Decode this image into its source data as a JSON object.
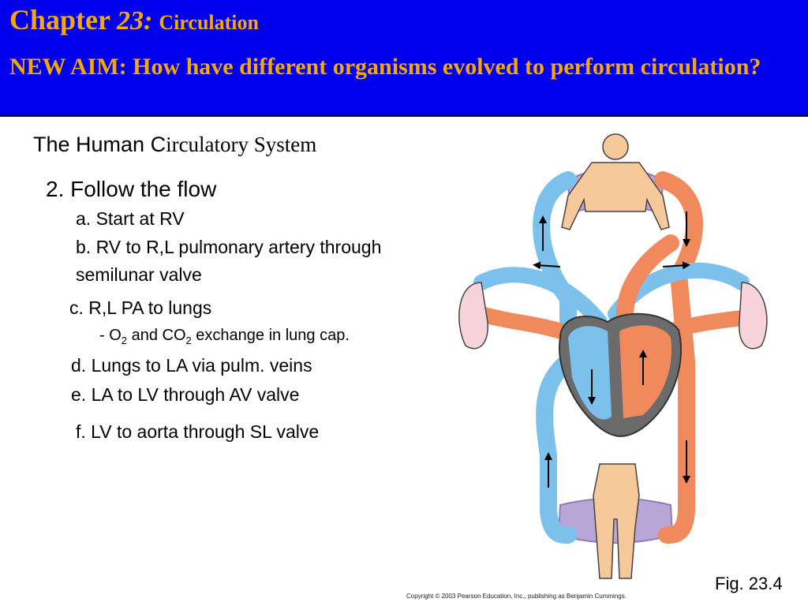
{
  "header": {
    "chapter_word": "Chapter",
    "chapter_num": "23:",
    "chapter_topic": "Circulation",
    "aim": "NEW AIM: How have different organisms evolved to perform circulation?"
  },
  "content": {
    "subtitle_a": "The Human C",
    "subtitle_b": "irculatory System",
    "step2": "2. Follow the flow",
    "a": "a. Start at RV",
    "b1": "b. RV to R,L pulmonary artery through",
    "b2": "semilunar valve",
    "c": "c. R,L PA to lungs",
    "d_prefix": "- O",
    "d_sub1": "2",
    "d_mid": " and CO",
    "d_sub2": "2",
    "d_suffix": " exchange in lung cap.",
    "e": "d. Lungs to LA via pulm. veins",
    "f": "e. LA to LV through AV valve",
    "g": "f. LV to aorta through SL valve"
  },
  "figure": {
    "caption": "Fig. 23.4",
    "copyright": "Copyright © 2003 Pearson Education, Inc., publishing as Benjamin Cummings."
  },
  "colors": {
    "header_bg": "#0000ee",
    "header_text": "#f5a800",
    "oxygenated": "#f08a5d",
    "deoxygenated": "#7cc0ec",
    "skin": "#f7c89a",
    "lung": "#f9d3dc",
    "capillary": "#b9a6d6"
  }
}
